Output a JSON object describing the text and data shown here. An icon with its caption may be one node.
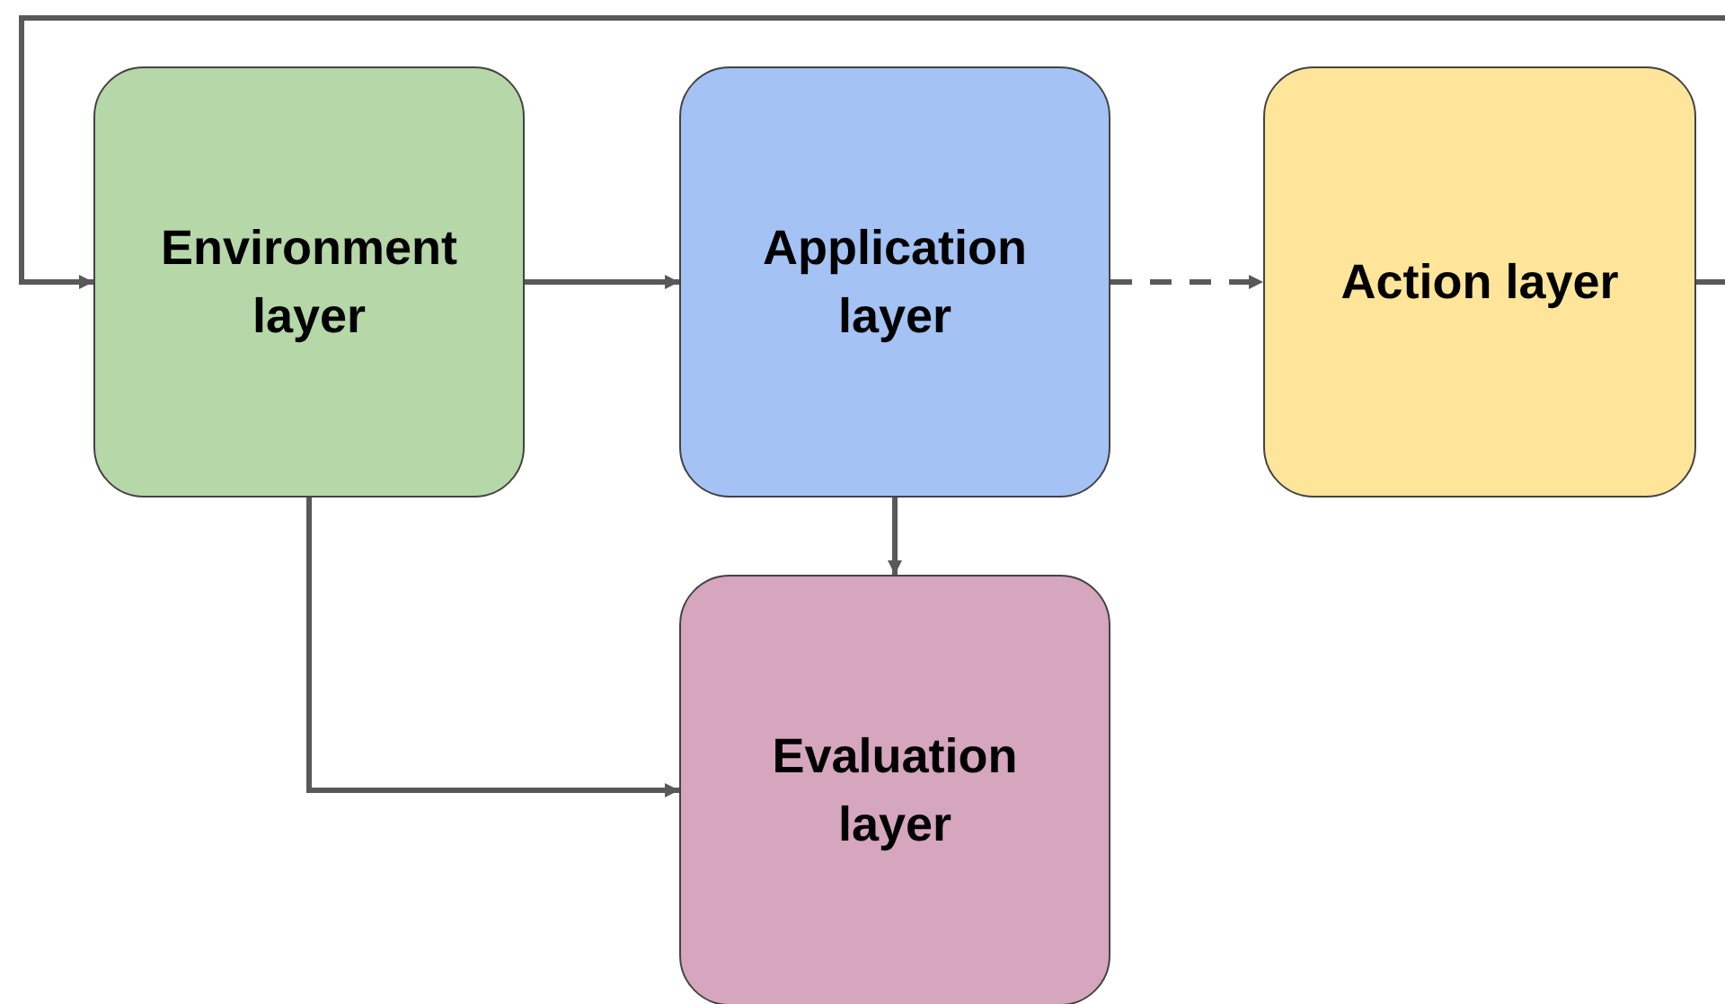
{
  "diagram": {
    "nodes": [
      {
        "text": [
          "Environment layer"
        ]
      },
      {
        "text": [
          "Application layer"
        ]
      },
      {
        "text": [
          "Action layer"
        ]
      },
      {
        "text": [
          "Evaluation layer"
        ]
      }
    ],
    "edges": [
      {
        "from": 0,
        "to": 1,
        "arrow": "to"
      },
      {
        "from": 1,
        "to": 2,
        "arrow": "to",
        "style": "dashed"
      },
      {
        "from": 2,
        "to": 0,
        "arrow": "to"
      },
      {
        "from": 1,
        "to": 3,
        "arrow": "to"
      },
      {
        "from": 0,
        "to": 3,
        "arrow": "to"
      }
    ]
  }
}
